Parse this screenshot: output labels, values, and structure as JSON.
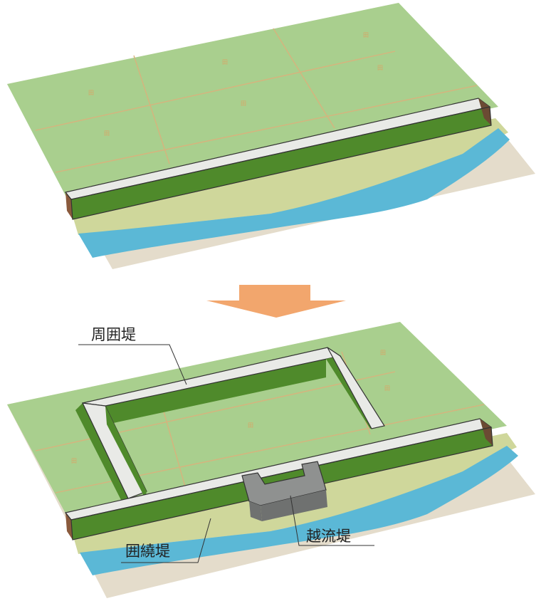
{
  "labels": {
    "shuui_tei": "周囲堤",
    "ijou_tei": "囲繞堤",
    "etsuryu_tei": "越流堤"
  },
  "field_mark": "田",
  "colors": {
    "field": "#a9cf8e",
    "field_line": "#d7b37d",
    "bank_side": "#4f8a2b",
    "bank_top": "#e9eae7",
    "bank_end": "#8a5a3c",
    "river": "#5bb8d6",
    "floodplain": "#cfd79b",
    "ground": "#e4dccb",
    "overflow_levee": "#8f9190",
    "arrow": "#f2a66d"
  }
}
